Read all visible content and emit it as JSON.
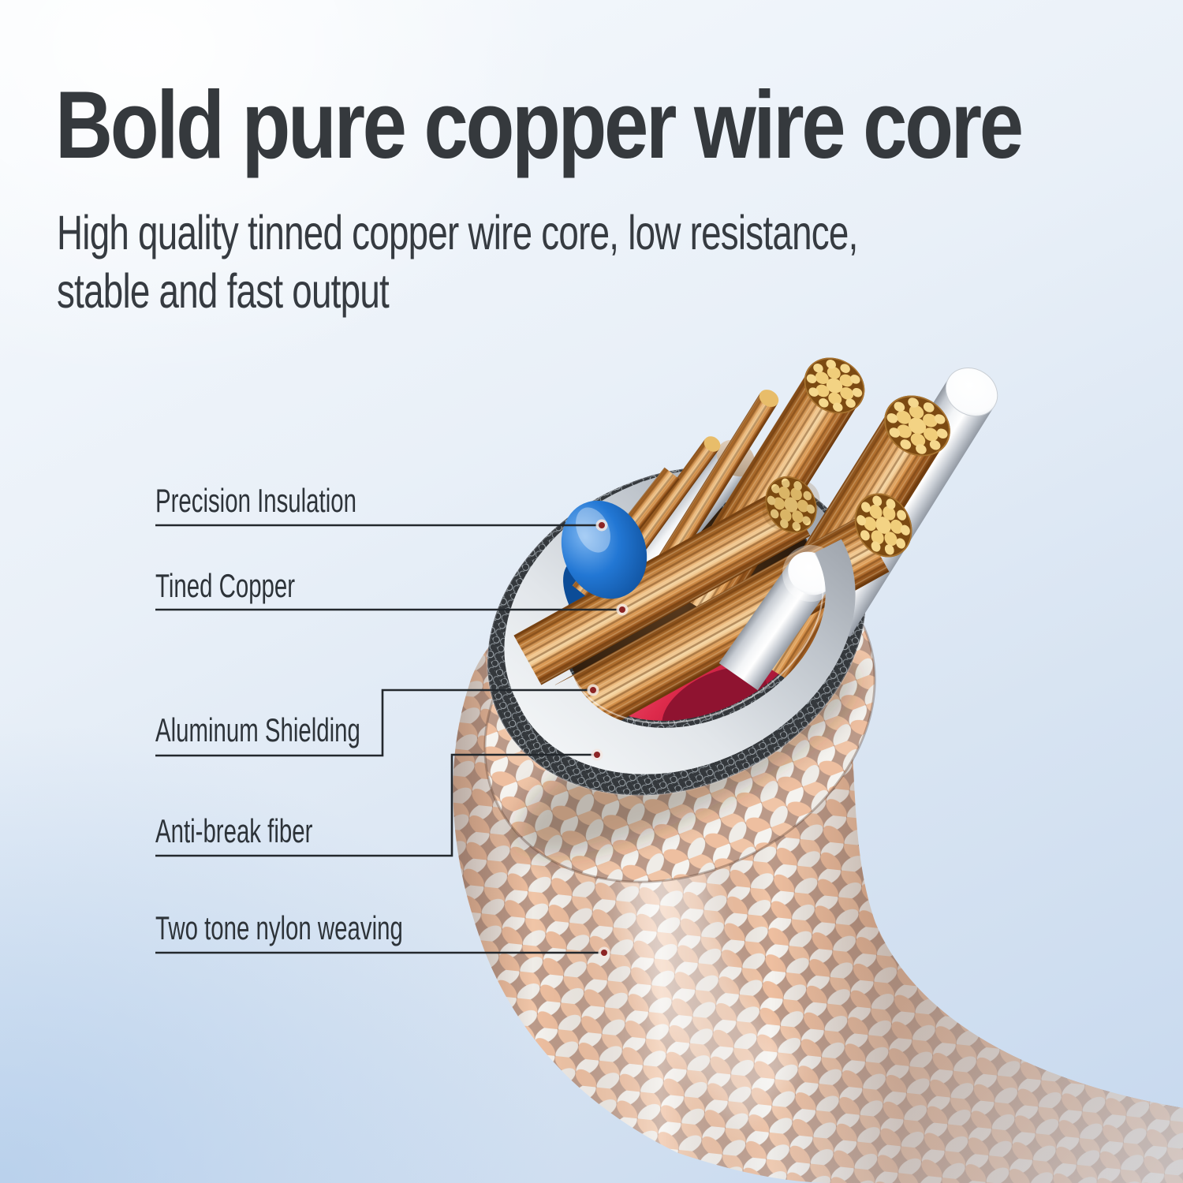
{
  "page": {
    "title": "Bold pure copper wire core",
    "subtitle_line1": "High quality tinned copper wire core, low resistance,",
    "subtitle_line2": "stable and fast output"
  },
  "callouts": [
    {
      "label": "Precision Insulation"
    },
    {
      "label": "Tined Copper"
    },
    {
      "label": "Aluminum Shielding"
    },
    {
      "label": "Anti-break fiber"
    },
    {
      "label": "Two tone nylon weaving"
    }
  ],
  "colors": {
    "background_top_left": "#fafbfd",
    "background_bottom_left": "#c2d7ee",
    "title_text": "#35393d",
    "label_text": "#2d3339",
    "callout_line": "#23282d",
    "callout_dot_center": "#8c2424",
    "callout_dot_ring": "#f2e7e2",
    "braid_peach": "#f0c5a7",
    "braid_white": "#f5f3ef",
    "copper": "#c9863f",
    "copper_strand_gold": "#f3d384",
    "wire_blue": "#1b6ac4",
    "wire_red": "#dd2a4b",
    "jacket_silver": "#d6dade",
    "shield_mesh_dark": "#34383c"
  }
}
